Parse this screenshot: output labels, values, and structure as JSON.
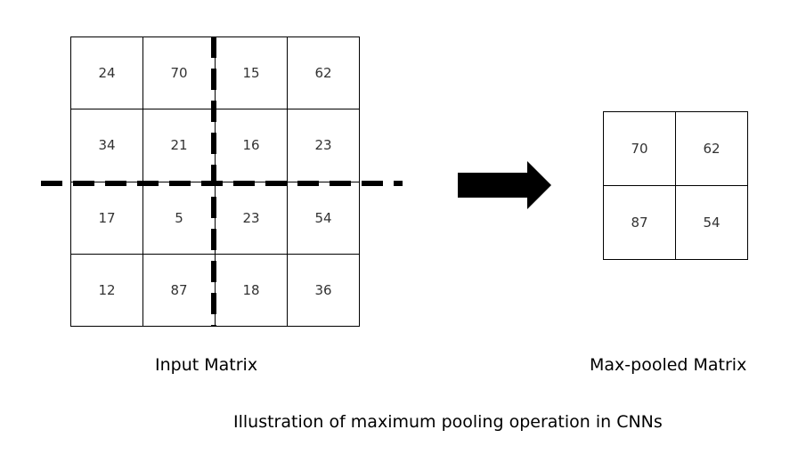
{
  "input_matrix": {
    "caption": "Input Matrix",
    "rows": [
      [
        "24",
        "70",
        "15",
        "62"
      ],
      [
        "34",
        "21",
        "16",
        "23"
      ],
      [
        "17",
        "5",
        "23",
        "54"
      ],
      [
        "12",
        "87",
        "18",
        "36"
      ]
    ]
  },
  "pooled_matrix": {
    "caption": "Max-pooled Matrix",
    "rows": [
      [
        "70",
        "62"
      ],
      [
        "87",
        "54"
      ]
    ]
  },
  "figure_caption": "Illustration of maximum pooling operation in CNNs",
  "colors": {
    "lines": "#000000",
    "cell_text": "#333333",
    "background": "#ffffff"
  }
}
